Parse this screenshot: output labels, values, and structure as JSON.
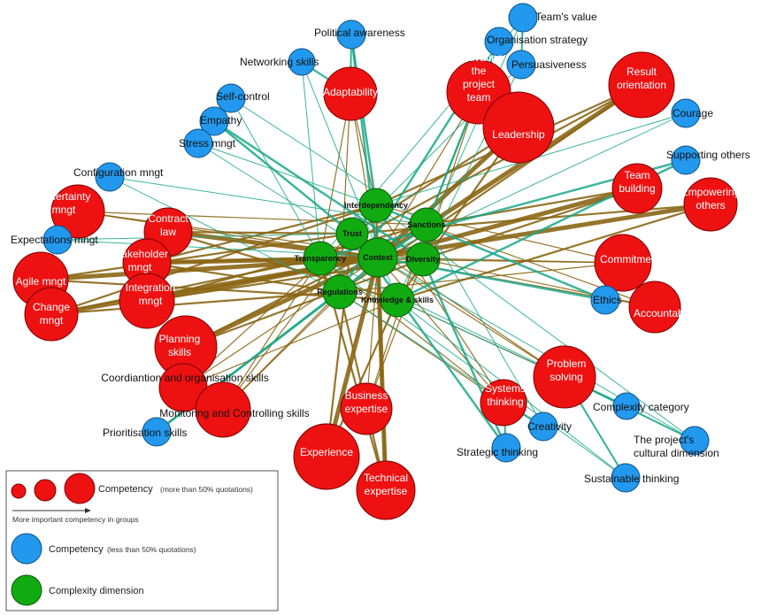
{
  "colors": {
    "competency_major": "#ee1111",
    "competency_minor": "#2299ee",
    "complexity": "#11aa11",
    "edge_major": "#8a6614",
    "edge_minor": "#1aa88a"
  },
  "nodes": {
    "complexity": [
      {
        "id": "interdependency",
        "label": "Interdependency"
      },
      {
        "id": "trust",
        "label": "Trust"
      },
      {
        "id": "sanctions",
        "label": "Sanctions"
      },
      {
        "id": "transparency",
        "label": "Transparency"
      },
      {
        "id": "context",
        "label": "Context"
      },
      {
        "id": "diversity",
        "label": "Diversity"
      },
      {
        "id": "regulations",
        "label": "Regulations"
      },
      {
        "id": "knowledge",
        "label": "Knowledge & skills"
      }
    ],
    "major": [
      {
        "id": "adaptability",
        "label": "Adaptability"
      },
      {
        "id": "motivating",
        "label": "Motivating the project team"
      },
      {
        "id": "leadership",
        "label": "Leadership"
      },
      {
        "id": "result",
        "label": "Result orientation"
      },
      {
        "id": "teambuilding",
        "label": "Team building"
      },
      {
        "id": "empowering",
        "label": "Empowering others"
      },
      {
        "id": "commitment",
        "label": "Commitment"
      },
      {
        "id": "accountability",
        "label": "Accountability"
      },
      {
        "id": "problem",
        "label": "Problem solving"
      },
      {
        "id": "systems",
        "label": "Systems thinking"
      },
      {
        "id": "business",
        "label": "Business expertise"
      },
      {
        "id": "experience",
        "label": "Experience"
      },
      {
        "id": "technical",
        "label": "Technical expertise"
      },
      {
        "id": "planning",
        "label": "Planning skills"
      },
      {
        "id": "coordination",
        "label": "Coordiantion and organisation skills"
      },
      {
        "id": "monitoring",
        "label": "Monitoring and Controlling skills"
      },
      {
        "id": "uncertainty",
        "label": "Uncertainty mngt"
      },
      {
        "id": "contract",
        "label": "Contract law"
      },
      {
        "id": "stakeholder",
        "label": "Stakeholder mngt"
      },
      {
        "id": "integration",
        "label": "Integration mngt"
      },
      {
        "id": "agile",
        "label": "Agile mngt"
      },
      {
        "id": "change",
        "label": "Change mngt"
      }
    ],
    "minor": [
      {
        "id": "political",
        "label": "Political awareness"
      },
      {
        "id": "networking",
        "label": "Networking skills"
      },
      {
        "id": "selfcontrol",
        "label": "Self-control"
      },
      {
        "id": "empathy",
        "label": "Empathy"
      },
      {
        "id": "stress",
        "label": "Stress mngt"
      },
      {
        "id": "teamsvalue",
        "label": "Team's value"
      },
      {
        "id": "orgstrategy",
        "label": "Organisation strategy"
      },
      {
        "id": "persuasiveness",
        "label": "Persuasiveness"
      },
      {
        "id": "courage",
        "label": "Courage"
      },
      {
        "id": "supporting",
        "label": "Supporting others"
      },
      {
        "id": "configuration",
        "label": "Configuration mngt"
      },
      {
        "id": "expectations",
        "label": "Expectations mngt"
      },
      {
        "id": "ethics",
        "label": "Ethics"
      },
      {
        "id": "complexitycat",
        "label": "Complexity category"
      },
      {
        "id": "creativity",
        "label": "Creativity"
      },
      {
        "id": "strategic",
        "label": "Strategic thinking"
      },
      {
        "id": "cultural",
        "label": "The project's cultural dimension"
      },
      {
        "id": "sustainable",
        "label": "Sustainable thinking"
      },
      {
        "id": "prioritisation",
        "label": "Prioritisation skills"
      }
    ]
  },
  "legend": {
    "major_label": "Competency",
    "major_note": "(more than 50% quotations)",
    "arrow_caption": "More important competency in groups",
    "minor_label": "Competency",
    "minor_note": "(less than 50% quotations)",
    "complexity_label": "Complexity dimension"
  }
}
